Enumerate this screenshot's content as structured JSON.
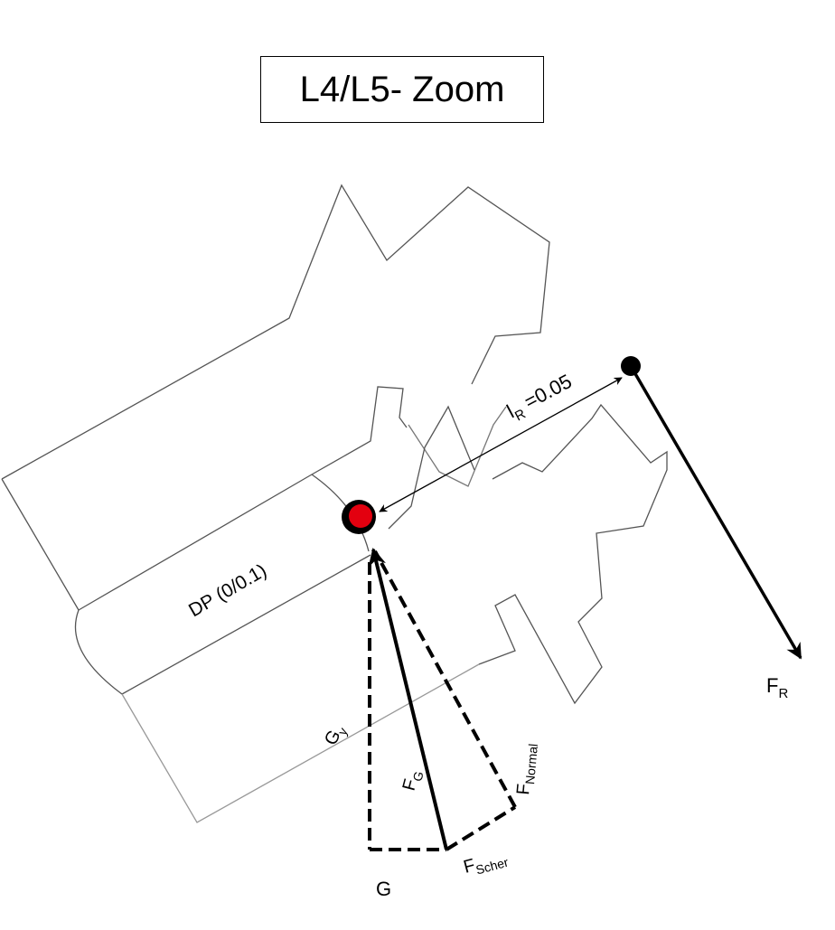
{
  "title": "L4/L5- Zoom",
  "labels": {
    "lever_arm": "l",
    "lever_arm_sub": "R",
    "lever_arm_value": " =0.05",
    "disc_point": "DP (0/0.1)",
    "force_r": "F",
    "force_r_sub": "R",
    "gy": "G",
    "gy_sub": "y",
    "force_g": "F",
    "force_g_sub": "G",
    "force_normal": "F",
    "force_normal_sub": "Normal",
    "force_scher": "F",
    "force_scher_sub": "Scher",
    "g": "G"
  },
  "colors": {
    "outline": "#000000",
    "vertebra_outline": "#6b6b6b",
    "pivot_fill": "#e3000f",
    "background": "#ffffff"
  }
}
